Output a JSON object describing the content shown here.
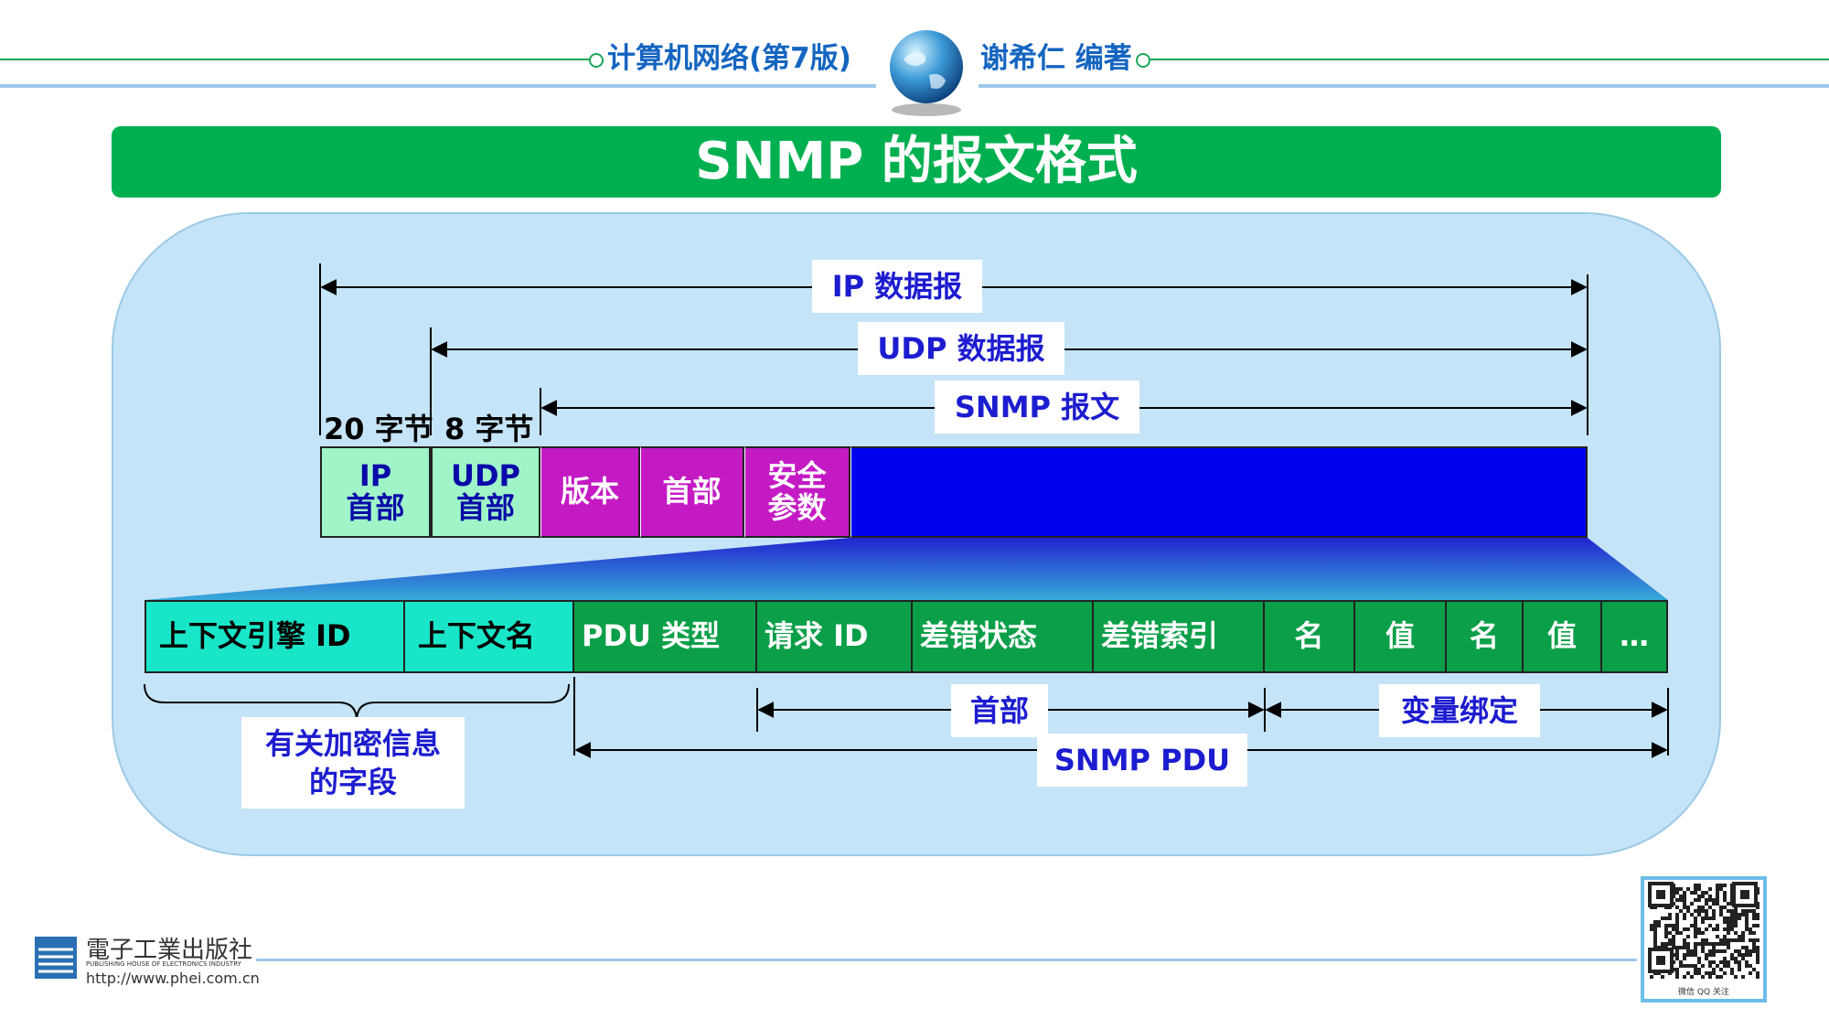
{
  "header": {
    "book_title": "计算机网络(第7版)",
    "author": "谢希仁 编著"
  },
  "slide_title": "SNMP 的报文格式",
  "spans": {
    "ip_datagram": "IP 数据报",
    "udp_datagram": "UDP 数据报",
    "snmp_message": "SNMP 报文",
    "header_span": "首部",
    "varbind_span": "变量绑定",
    "snmp_pdu": "SNMP PDU"
  },
  "byte_labels": {
    "ip": "20 字节",
    "udp": "8 字节"
  },
  "top_fields": [
    {
      "label": "IP\n首部",
      "color": "#9ff5c8",
      "text_color": "#0a0aa8"
    },
    {
      "label": "UDP\n首部",
      "color": "#9ff5c8",
      "text_color": "#0a0aa8"
    },
    {
      "label": "版本",
      "color": "#c41ac4",
      "text_color": "#ffffff"
    },
    {
      "label": "首部",
      "color": "#c41ac4",
      "text_color": "#ffffff"
    },
    {
      "label": "安全\n参数",
      "color": "#c41ac4",
      "text_color": "#ffffff"
    },
    {
      "label": "",
      "color": "#0000f0",
      "text_color": "#ffffff"
    }
  ],
  "pdu_fields": [
    {
      "label": "上下文引擎 ID",
      "color": "#19e6c8",
      "text_color": "#000000"
    },
    {
      "label": "上下文名",
      "color": "#19e6c8",
      "text_color": "#000000"
    },
    {
      "label": "PDU 类型",
      "color": "#0a9f48",
      "text_color": "#ffffff"
    },
    {
      "label": "请求 ID",
      "color": "#0a9f48",
      "text_color": "#ffffff"
    },
    {
      "label": "差错状态",
      "color": "#0a9f48",
      "text_color": "#ffffff"
    },
    {
      "label": "差错索引",
      "color": "#0a9f48",
      "text_color": "#ffffff"
    },
    {
      "label": "名",
      "color": "#0a9f48",
      "text_color": "#ffffff"
    },
    {
      "label": "值",
      "color": "#0a9f48",
      "text_color": "#ffffff"
    },
    {
      "label": "名",
      "color": "#0a9f48",
      "text_color": "#ffffff"
    },
    {
      "label": "值",
      "color": "#0a9f48",
      "text_color": "#ffffff"
    },
    {
      "label": "…",
      "color": "#0a9f48",
      "text_color": "#ffffff"
    }
  ],
  "brace_label": "有关加密信息\n的字段",
  "publisher": {
    "name": "電子工業出版社",
    "english": "PUBLISHING HOUSE OF ELECTRONICS INDUSTRY",
    "url": "http://www.phei.com.cn"
  },
  "qr_caption": "微信 QQ 关注"
}
